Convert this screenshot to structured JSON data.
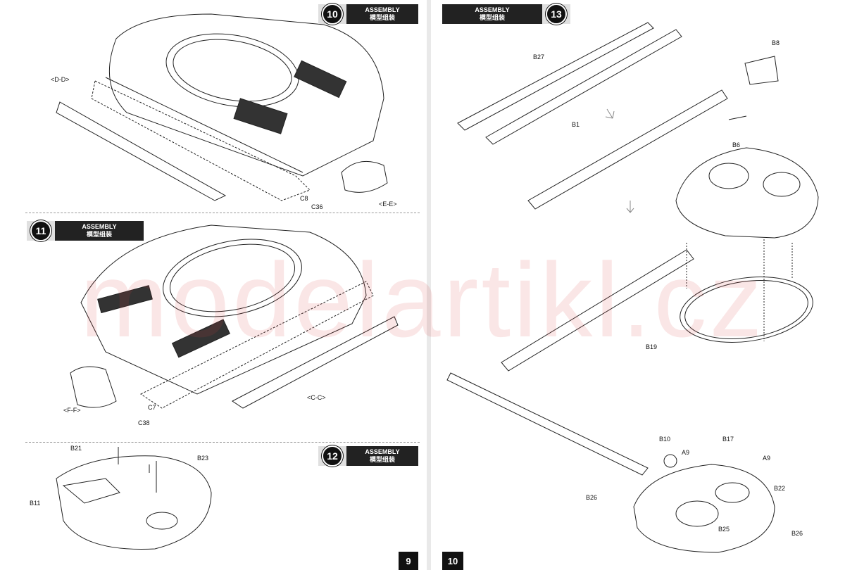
{
  "steps": {
    "s10": {
      "number": "10",
      "title": "ASSEMBLY",
      "subtitle": "模型组装"
    },
    "s11": {
      "number": "11",
      "title": "ASSEMBLY",
      "subtitle": "模型组装"
    },
    "s12": {
      "number": "12",
      "title": "ASSEMBLY",
      "subtitle": "模型组装"
    },
    "s13": {
      "number": "13",
      "title": "ASSEMBLY",
      "subtitle": "模型组装"
    }
  },
  "parts": {
    "d_d": "<D-D>",
    "e_e": "<E-E>",
    "c8": "C8",
    "c36": "C36",
    "f_f": "<F-F>",
    "c_c": "<C-C>",
    "c7": "C7",
    "c38": "C38",
    "b21": "B21",
    "b23": "B23",
    "b11": "B11",
    "b27": "B27",
    "b1": "B1",
    "b8": "B8",
    "b6": "B6",
    "b19": "B19",
    "b10": "B10",
    "a9a": "A9",
    "b17": "B17",
    "a9b": "A9",
    "b26a": "B26",
    "b22": "B22",
    "b25": "B25",
    "b26b": "B26"
  },
  "pages": {
    "left": "9",
    "right": "10"
  },
  "watermark": "modelartikl.cz"
}
